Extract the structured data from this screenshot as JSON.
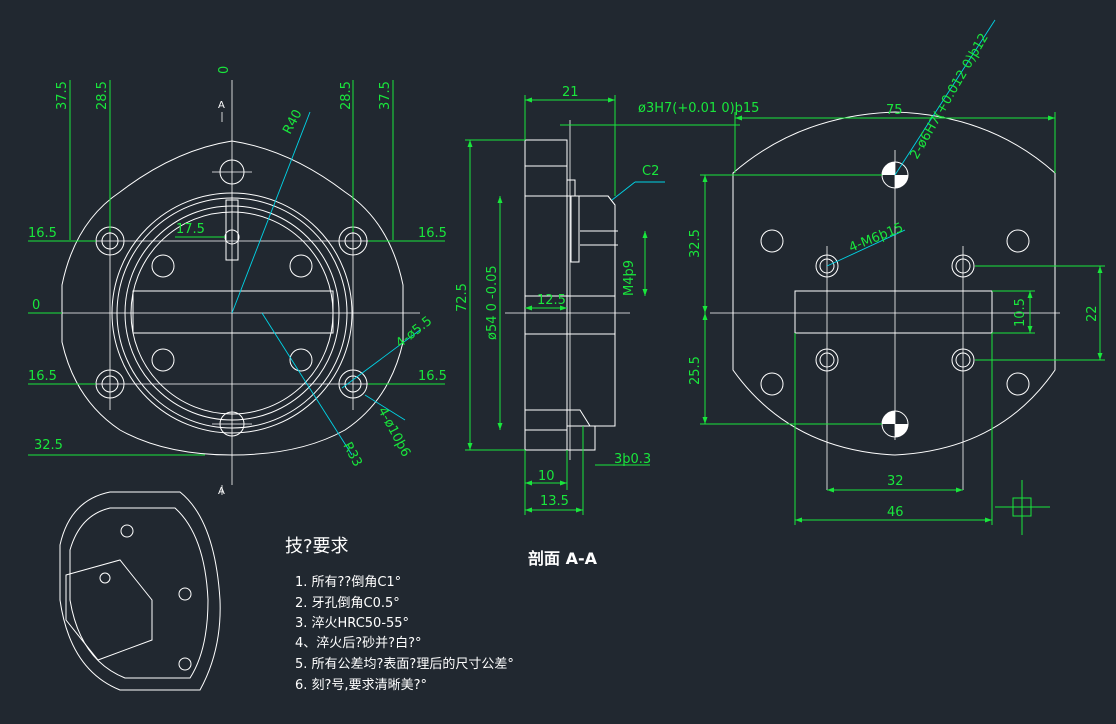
{
  "front_view": {
    "top_dims": [
      "37.5",
      "28.5",
      "0",
      "28.5",
      "37.5"
    ],
    "left_dims": [
      "16.5",
      "0",
      "16.5",
      "32.5"
    ],
    "right_dims": [
      "16.5",
      "16.5"
    ],
    "inner_dim": "17.5",
    "radius_outer": "R40",
    "radius_inner": "R33",
    "hole_note_1": "4-ø5.5",
    "hole_note_2": "4-ø10þ6",
    "section_mark": "A"
  },
  "section_view": {
    "width_dim": "21",
    "bore_note": "ø3H7(+0.01 0)þ15",
    "chamfer": "C2",
    "height_dim": "72.5",
    "dia_note": "ø54 0 -0.05",
    "depth_dim": "12.5",
    "thread_note": "M4þ9",
    "step_10": "10",
    "step_13_5": "13.5",
    "groove": "3þ0.3",
    "label": "剖面  A-A"
  },
  "right_view": {
    "width_dim": "75",
    "pin_note": "2-ø6H7(+0.012 0)þ12",
    "thread_note": "4-M6þ15",
    "v_dim_1": "32.5",
    "v_dim_2": "25.5",
    "slot_h": "10.5",
    "slot_total": "22",
    "h_dim_32": "32",
    "h_dim_46": "46"
  },
  "tech_req": {
    "title": "技?要求",
    "items": [
      "1. 所有??倒角C1°",
      "2. 牙孔倒角C0.5°",
      "3. 淬火HRC50-55°",
      "4、淬火后?砂并?白?°",
      "5. 所有公差均?表面?理后的尺寸公差°",
      "6. 刻?号,要求清晰美?°"
    ]
  }
}
